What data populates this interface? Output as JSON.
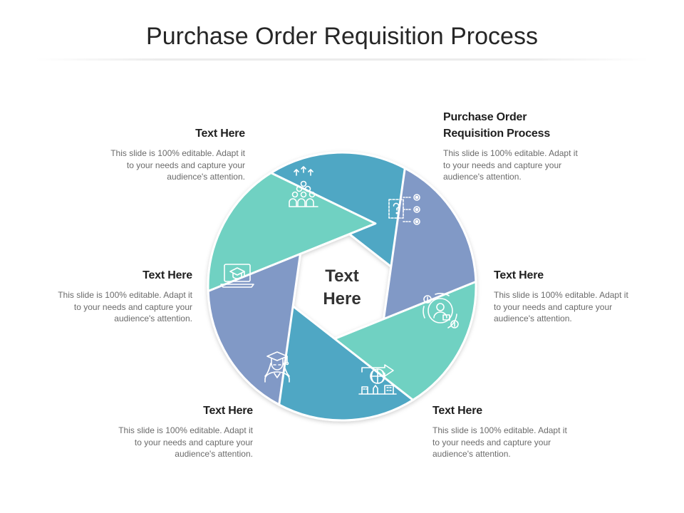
{
  "title": "Purchase Order Requisition Process",
  "center_label": {
    "line1": "Text",
    "line2": "Here"
  },
  "segments": [
    {
      "color": "#4fa7c4",
      "icon": "people-growth-icon"
    },
    {
      "color": "#8199c6",
      "icon": "question-options-icon"
    },
    {
      "color": "#6fd1c2",
      "icon": "user-cycle-money-icon"
    },
    {
      "color": "#4fa7c4",
      "icon": "global-business-icon"
    },
    {
      "color": "#8199c6",
      "icon": "graduate-student-icon"
    },
    {
      "color": "#6fd1c2",
      "icon": "laptop-education-icon"
    }
  ],
  "text_blocks": [
    {
      "heading": "Text Here",
      "body": [
        "This slide is 100% editable. Adapt it",
        "to your needs and capture your",
        "audience's attention."
      ]
    },
    {
      "heading": "Purchase Order Requisition Process",
      "heading_lines": [
        "Purchase Order",
        "Requisition Process"
      ],
      "body": [
        "This slide is 100% editable. Adapt it",
        "to your needs and capture your",
        "audience's attention."
      ]
    },
    {
      "heading": "Text Here",
      "body": [
        "This slide is 100% editable. Adapt it",
        "to your needs and capture your",
        "audience's attention."
      ]
    },
    {
      "heading": "Text Here",
      "body": [
        "This slide is 100% editable. Adapt it",
        "to your needs and capture your",
        "audience's attention."
      ]
    },
    {
      "heading": "Text Here",
      "body": [
        "This slide is 100% editable. Adapt it",
        "to your needs and capture your",
        "audience's attention."
      ]
    },
    {
      "heading": "Text Here",
      "body": [
        "This slide is 100% editable. Adapt it",
        "to your needs and capture your",
        "audience's attention."
      ]
    }
  ]
}
